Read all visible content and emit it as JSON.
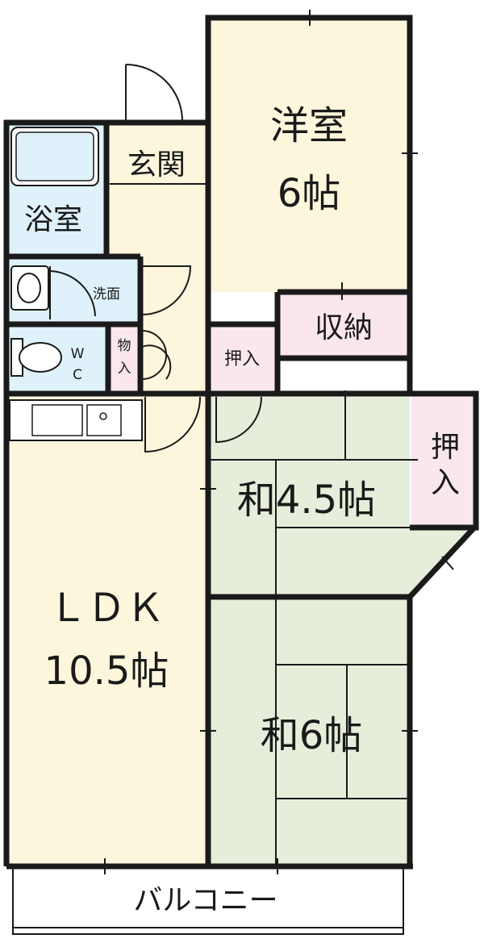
{
  "colors": {
    "wall": "#1a1a1a",
    "western_room": "#fcf6dc",
    "tatami_room": "#e6eedb",
    "ldk": "#fcf6dc",
    "wet_area": "#dff1fa",
    "storage": "#fae6ef",
    "balcony": "#ffffff"
  },
  "rooms": {
    "western": {
      "name": "洋室",
      "size": "6帖"
    },
    "storage_main": {
      "name": "収納"
    },
    "oshiire_small": {
      "name": "押入"
    },
    "oshiire_right": {
      "name_line1": "押",
      "name_line2": "入"
    },
    "washitsu_45": {
      "name": "和4.5帖"
    },
    "washitsu_6": {
      "name": "和6帖"
    },
    "ldk": {
      "name": "ＬＤＫ",
      "size": "10.5帖"
    },
    "entrance": {
      "name": "玄関"
    },
    "bath": {
      "name": "浴室"
    },
    "washroom": {
      "name": "洗面"
    },
    "wc": {
      "name_line1": "W",
      "name_line2": "C"
    },
    "closet": {
      "name_line1": "物",
      "name_line2": "入"
    },
    "balcony": {
      "name": "バルコニー"
    }
  }
}
